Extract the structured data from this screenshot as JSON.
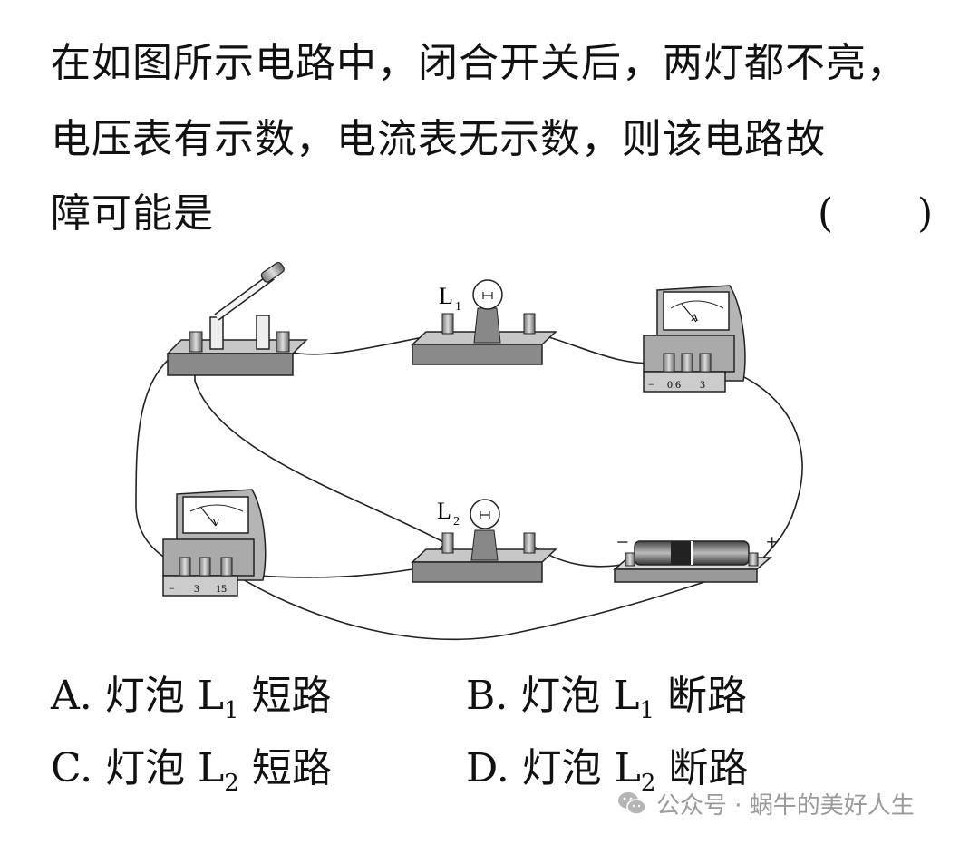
{
  "question": {
    "line1": "在如图所示电路中，闭合开关后，两灯都不亮，",
    "line2": "电压表有示数，电流表无示数，则该电路故",
    "line3": "障可能是",
    "paren_open": "(",
    "paren_close": ")"
  },
  "figure": {
    "bulb1_label": "L",
    "bulb1_sub": "1",
    "bulb2_label": "L",
    "bulb2_sub": "2",
    "ammeter_symbol": "A",
    "ammeter_terminals": [
      "−",
      "0.6",
      "3"
    ],
    "voltmeter_symbol": "V",
    "voltmeter_terminals": [
      "−",
      "3",
      "15"
    ],
    "battery_neg": "−",
    "battery_pos": "+"
  },
  "options": {
    "a": {
      "prefix": "A. 灯泡 L",
      "sub": "1",
      "suffix": " 短路"
    },
    "b": {
      "prefix": "B. 灯泡 L",
      "sub": "1",
      "suffix": " 断路"
    },
    "c": {
      "prefix": "C. 灯泡 L",
      "sub": "2",
      "suffix": " 短路"
    },
    "d": {
      "prefix": "D. 灯泡 L",
      "sub": "2",
      "suffix": " 断路"
    }
  },
  "watermark": {
    "text": "公众号 · 蜗牛的美好人生",
    "icon": "wechat-icon"
  }
}
